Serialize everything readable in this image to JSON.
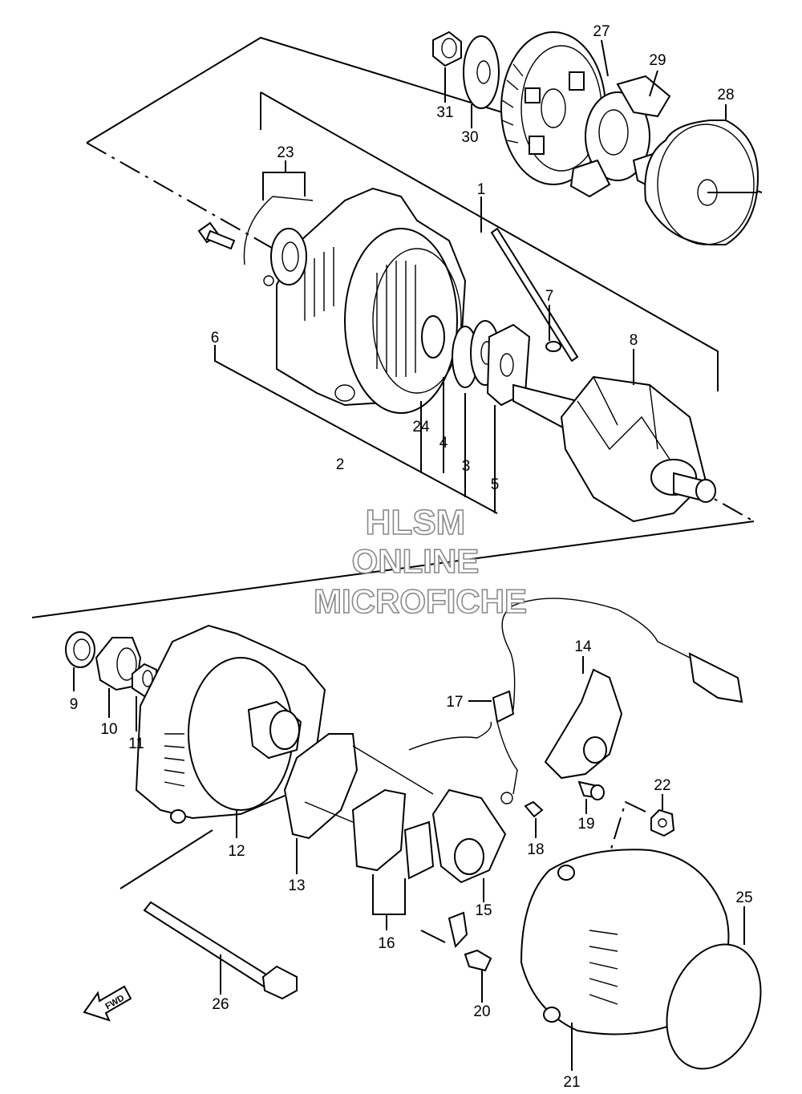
{
  "watermark": {
    "line1": "HLSM",
    "line2": "ONLINE",
    "line3": "MICROFICHE"
  },
  "direction_arrow": {
    "label": "FWD"
  },
  "part_numbers": {
    "p1": "1",
    "p2": "2",
    "p3": "3",
    "p4": "4",
    "p5": "5",
    "p6": "6",
    "p7": "7",
    "p8": "8",
    "p9": "9",
    "p10": "10",
    "p11": "11",
    "p12": "12",
    "p13": "13",
    "p14": "14",
    "p15": "15",
    "p16": "16",
    "p17": "17",
    "p18": "18",
    "p19": "19",
    "p20": "20",
    "p21": "21",
    "p22": "22",
    "p23": "23",
    "p24": "24",
    "p25": "25",
    "p26": "26",
    "p27": "27",
    "p28": "28",
    "p29": "29",
    "p30": "30",
    "p31": "31"
  }
}
